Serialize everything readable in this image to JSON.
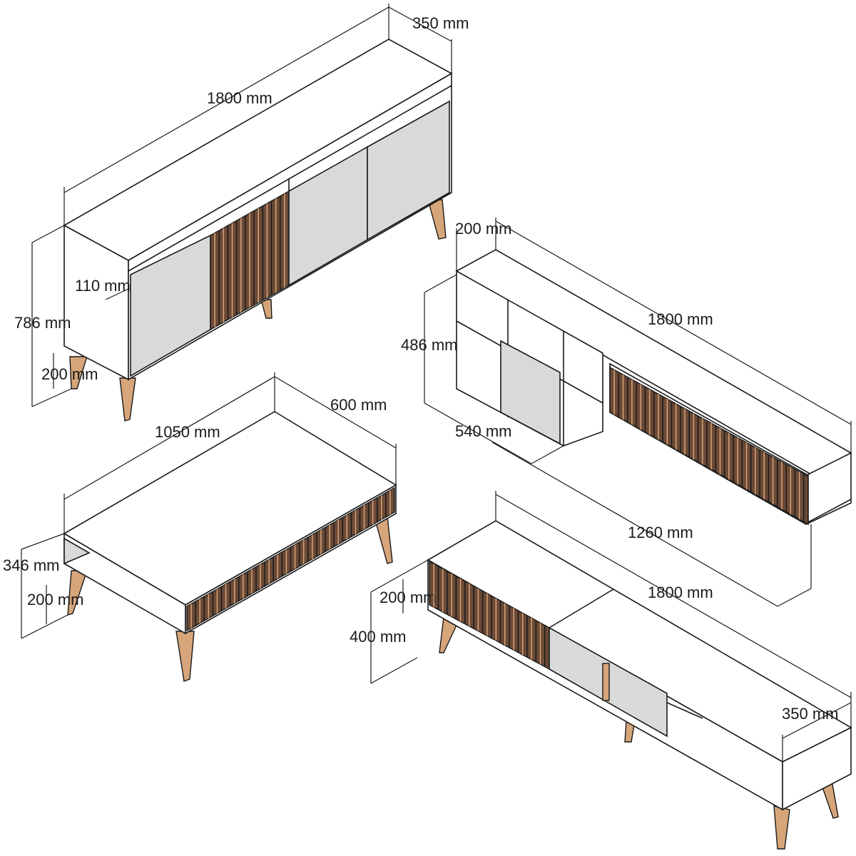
{
  "colors": {
    "door": "#d9d9d9",
    "slats": "#6b4a36",
    "legs": "#d6a57a",
    "lines": "#1a1a1a"
  },
  "sideboard": {
    "depth": "350 mm",
    "width": "1800 mm",
    "plinth": "110 mm",
    "height": "786 mm",
    "leg": "200 mm"
  },
  "wall_unit": {
    "depth": "200 mm",
    "width": "1800 mm",
    "height": "486 mm",
    "section": "540 mm",
    "long_section": "1260 mm"
  },
  "coffee_table": {
    "depth": "600 mm",
    "width": "1050 mm",
    "height": "346 mm",
    "leg": "200 mm"
  },
  "tv_stand": {
    "leg": "200 mm",
    "width": "1800 mm",
    "height": "400 mm",
    "depth": "350 mm"
  }
}
